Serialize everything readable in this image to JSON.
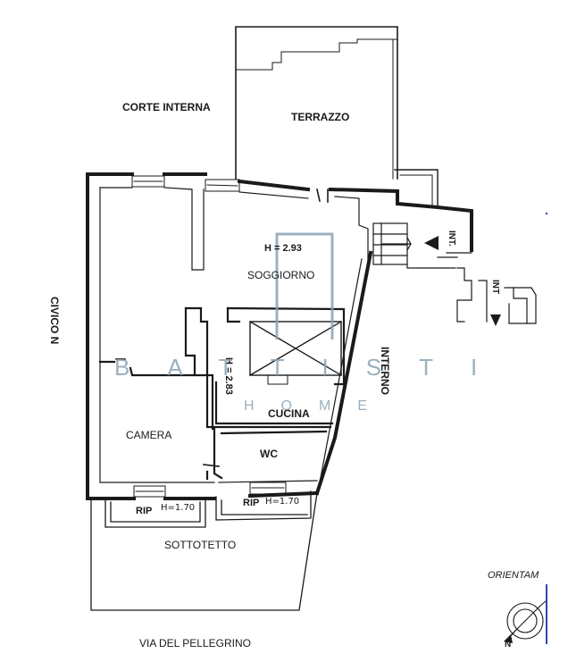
{
  "labels": {
    "corte_interna": "CORTE INTERNA",
    "terrazzo": "TERRAZZO",
    "soggiorno": "SOGGIORNO",
    "h_soggiorno": "H = 2.93",
    "h_cucina": "H = 2.83",
    "cucina": "CUCINA",
    "camera": "CAMERA",
    "wc": "WC",
    "rip_left": "RIP",
    "rip_left_h": "H=1.70",
    "rip_right": "RIP",
    "rip_right_h": "H=1.70",
    "sottotetto": "SOTTOTETTO",
    "via": "VIA DEL PELLEGRINO",
    "civico": "CIVICO N",
    "interno": "INTERNO",
    "int_upper": "INT.",
    "int_lower": "INT",
    "orientam": "ORIENTAM",
    "north": "N"
  },
  "watermark": {
    "brand": "BATTISTI",
    "sub": "HOME"
  },
  "colors": {
    "ink": "#1a1a1a",
    "watermark": "#8aa3b3",
    "compass_accent": "#3344aa"
  }
}
